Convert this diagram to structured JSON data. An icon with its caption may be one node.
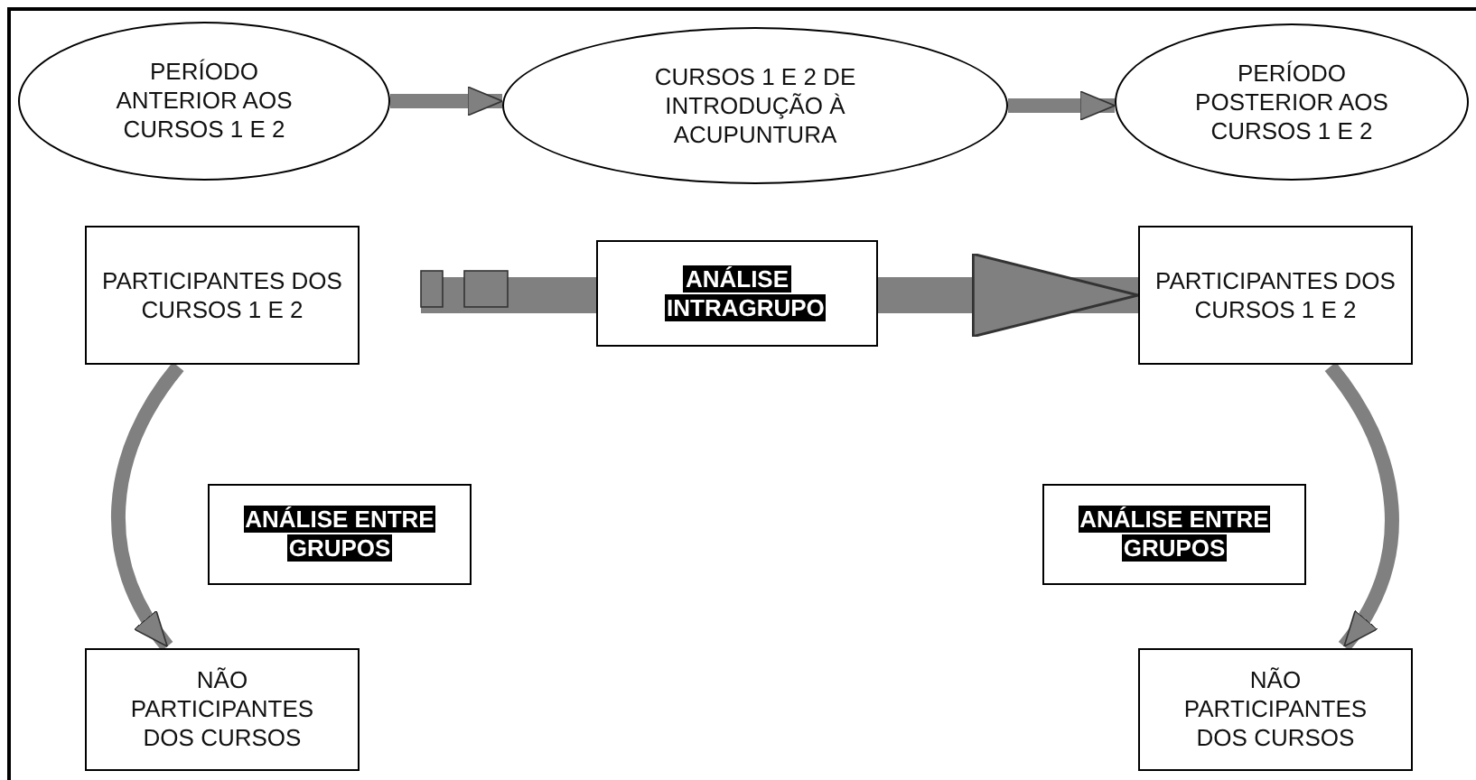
{
  "diagram": {
    "nodes": [
      {
        "text": [
          "PERÍODO ANTERIOR AOS CURSOS 1 E 2"
        ]
      },
      {
        "text": [
          "CURSOS 1 E 2 DE INTRODUÇÃO À ACUPUNTURA"
        ]
      },
      {
        "text": [
          "PERÍODO POSTERIOR AOS CURSOS 1 E 2"
        ]
      },
      {
        "text": [
          "PARTICIPANTES DOS CURSOS 1 E 2"
        ]
      },
      {
        "text": [
          "PARTICIPANTES DOS CURSOS 1 E 2"
        ]
      },
      {
        "text": [
          "NÃO PARTICIPANTES DOS CURSOS"
        ]
      },
      {
        "text": [
          "NÃO PARTICIPANTES DOS CURSOS"
        ]
      }
    ],
    "edges": [
      {
        "from": 0,
        "to": 1,
        "arrow": "to"
      },
      {
        "from": 1,
        "to": 2,
        "arrow": "to"
      },
      {
        "from": 3,
        "to": 4,
        "arrow": "to",
        "label": "ANÁLISE INTRAGRUPO",
        "style": "thick"
      },
      {
        "from": 3,
        "to": 5,
        "arrow": "to",
        "label": "ANÁLISE ENTRE GRUPOS"
      },
      {
        "from": 4,
        "to": 6,
        "arrow": "to",
        "label": "ANÁLISE ENTRE GRUPOS"
      }
    ]
  }
}
